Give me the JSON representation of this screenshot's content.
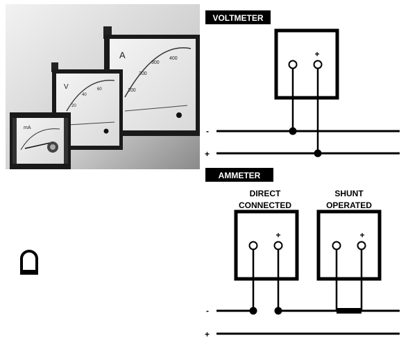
{
  "voltmeter": {
    "header": "VOLTMETER",
    "minus": "-",
    "plus": "+",
    "terminal_plus": "+"
  },
  "ammeter": {
    "header": "AMMETER",
    "direct": {
      "line1": "DIRECT",
      "line2": "CONNECTED",
      "terminal_plus": "+"
    },
    "shunt": {
      "line1": "SHUNT",
      "line2": "OPERATED",
      "terminal_plus": "+"
    },
    "minus": "-",
    "plus": "+"
  },
  "meters": {
    "large": {
      "unit": "A",
      "ticks": [
        "100",
        "200",
        "300",
        "400"
      ]
    },
    "medium": {
      "unit": "V",
      "ticks": [
        "20",
        "40",
        "60"
      ]
    },
    "small": {
      "unit": "mA"
    }
  },
  "icon": "shunt-symbol-icon"
}
